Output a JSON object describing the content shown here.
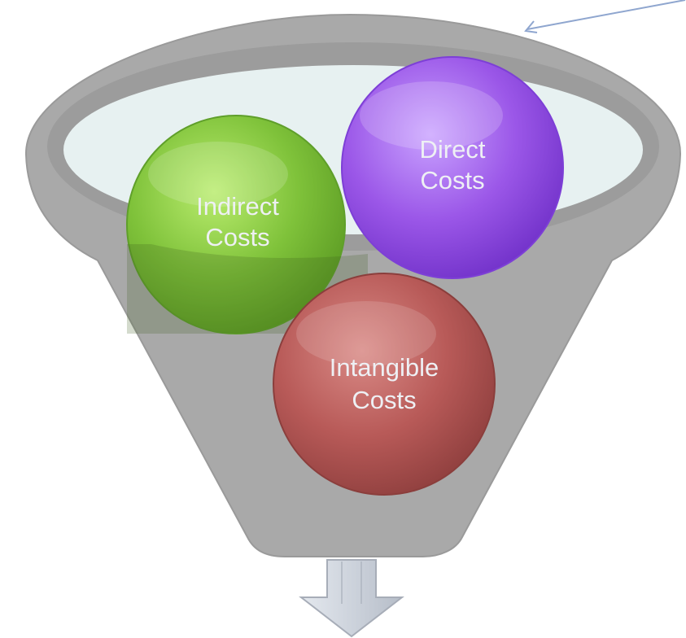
{
  "diagram": {
    "type": "funnel",
    "balls": [
      {
        "id": "direct",
        "line1": "Direct",
        "line2": "Costs",
        "color": "#9b57e8"
      },
      {
        "id": "indirect",
        "line1": "Indirect",
        "line2": "Costs",
        "color": "#7fc23a"
      },
      {
        "id": "intangible",
        "line1": "Intangible",
        "line2": "Costs",
        "color": "#b85a58"
      }
    ],
    "colors": {
      "funnel_body": "#a9a9a9",
      "funnel_rim": "#9c9c9c",
      "funnel_opening": "#e7f1f1",
      "arrow_fill": "#cdd3dc",
      "arrow_stroke": "#a7adb8",
      "pointer_line": "#8fa6cf",
      "label_text": "#eef0f4"
    }
  }
}
